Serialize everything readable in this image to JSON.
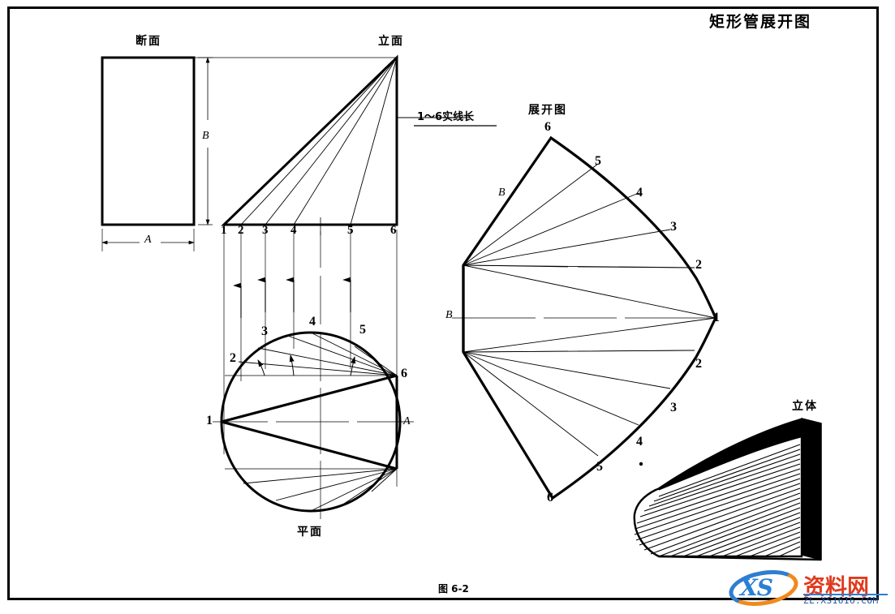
{
  "document": {
    "title": "矩形管展开图",
    "figure_caption": "图 6-2"
  },
  "views": {
    "section": {
      "label": "断面",
      "dim_width": "A",
      "dim_height": "B"
    },
    "elevation": {
      "label": "立面",
      "note": "1～6实线长",
      "points": [
        "1",
        "2",
        "3",
        "4",
        "5",
        "6"
      ]
    },
    "plan": {
      "label": "平面",
      "dim_axis": "A",
      "points": [
        "1",
        "2",
        "3",
        "4",
        "5",
        "6"
      ]
    },
    "development": {
      "label": "展开图",
      "dim_left": "B",
      "dim_edge": "B",
      "points_upper": [
        "6",
        "5",
        "4",
        "3",
        "2"
      ],
      "point_right": "1",
      "points_lower": [
        "2",
        "3",
        "4",
        "5",
        "6"
      ]
    },
    "solid": {
      "label": "立体"
    }
  },
  "watermark": {
    "logo_text": "XS",
    "site_name": "资料网",
    "url": "ZL.XS1616.COM"
  },
  "colors": {
    "ink": "#000000",
    "paper": "#ffffff",
    "wm_orange": "#f08a1c",
    "wm_blue": "#2b7fd4",
    "wm_red": "#e03a1e"
  }
}
